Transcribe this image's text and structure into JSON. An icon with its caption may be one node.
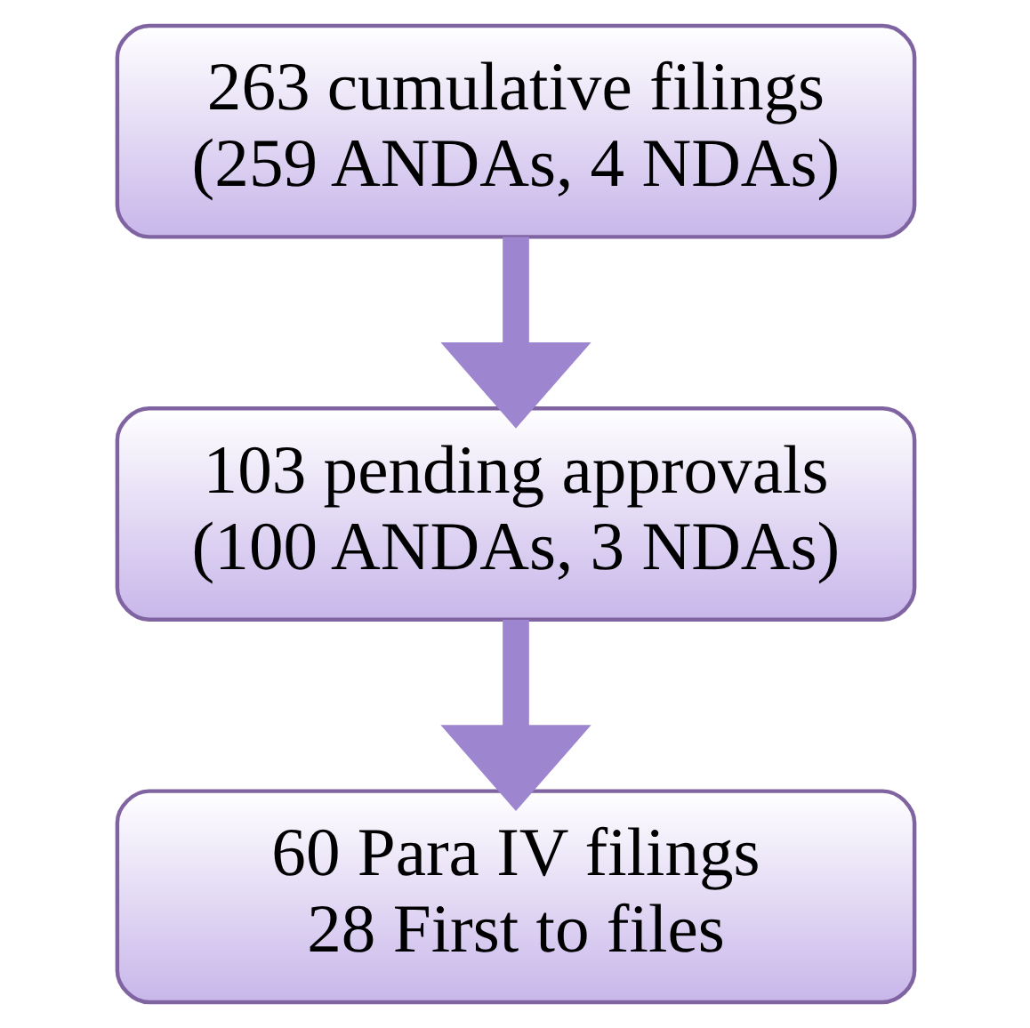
{
  "diagram": {
    "nodes": [
      {
        "text": [
          "263 cumulative filings (259 ANDAs, 4 NDAs)"
        ]
      },
      {
        "text": [
          "103 pending approvals (100 ANDAs, 3 NDAs)"
        ]
      },
      {
        "text": [
          "60 Para IV filings 28 First to files"
        ]
      }
    ],
    "edges": [
      {
        "from": 0,
        "to": 1,
        "arrow": "to"
      },
      {
        "from": 1,
        "to": 2,
        "arrow": "to"
      }
    ]
  }
}
